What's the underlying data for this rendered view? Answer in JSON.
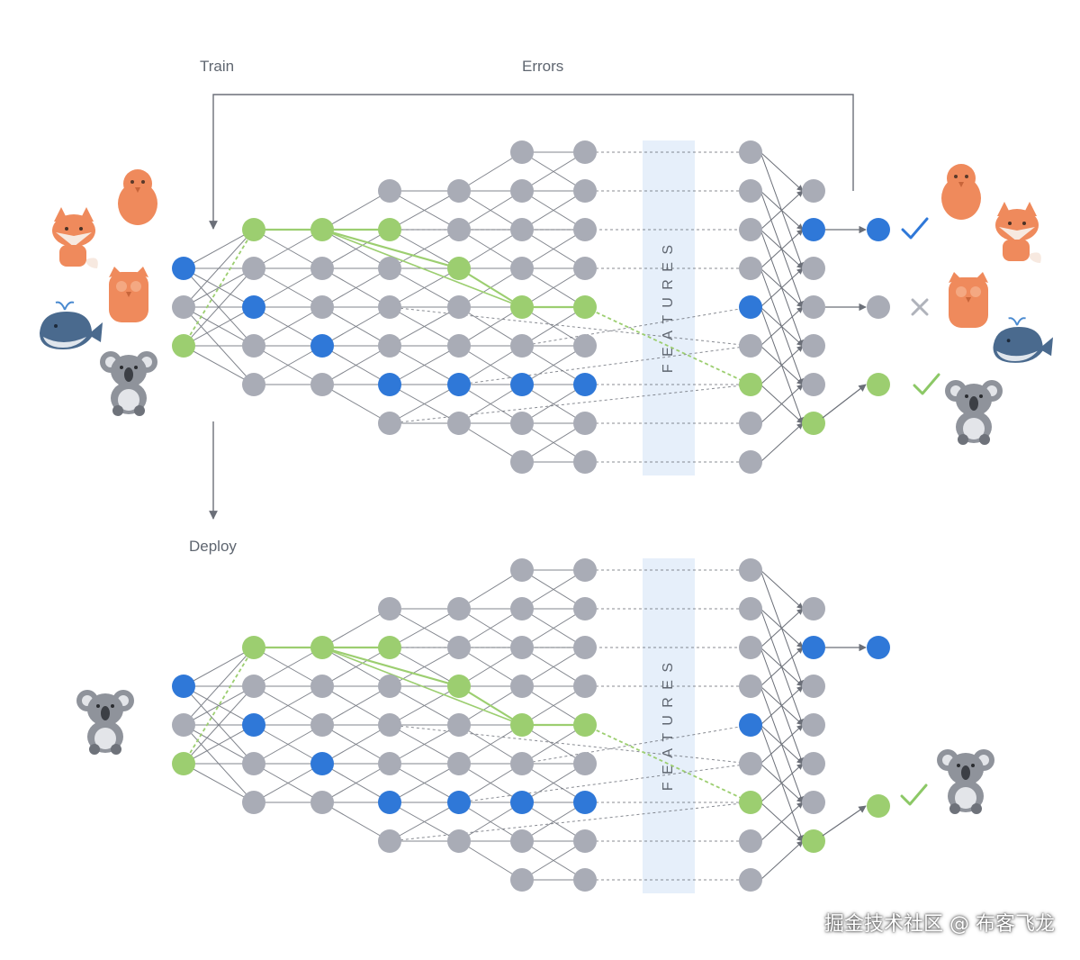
{
  "labels": {
    "train": "Train",
    "errors": "Errors",
    "deploy": "Deploy",
    "features_top": "F E A T U R E S",
    "features_bottom": "F E A T U R E S"
  },
  "watermark": "掘金技术社区 @ 布客飞龙",
  "colors": {
    "node_gray": "#a9acb6",
    "node_blue": "#2f78d8",
    "node_green": "#9cce70",
    "edge": "#6b6f78",
    "features_band": "#e6effa",
    "check_blue": "#2f78d8",
    "check_green": "#8cc866",
    "cross": "#b0b3bb",
    "animal_orange": "#ef8a5c"
  },
  "outcomes": {
    "top": [
      "check",
      "cross",
      "check"
    ],
    "bottom": [
      "check"
    ]
  },
  "icons": [
    "chick-icon",
    "fox-icon",
    "owl-icon",
    "whale-icon",
    "koala-icon"
  ]
}
